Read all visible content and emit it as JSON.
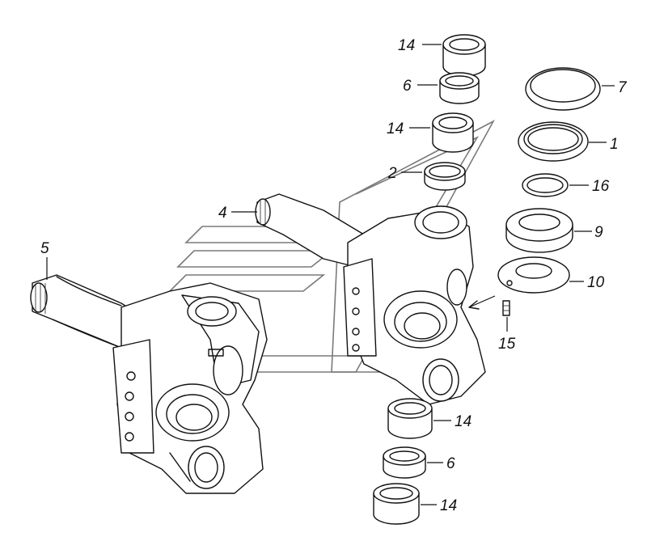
{
  "callouts": {
    "c14_top": "14",
    "c6_top": "6",
    "c14_mid": "14",
    "c2": "2",
    "c4": "4",
    "c5": "5",
    "c7": "7",
    "c1": "1",
    "c16": "16",
    "c9": "9",
    "c10": "10",
    "c15": "15",
    "c14_low": "14",
    "c6_low": "6",
    "c14_bot": "14"
  }
}
